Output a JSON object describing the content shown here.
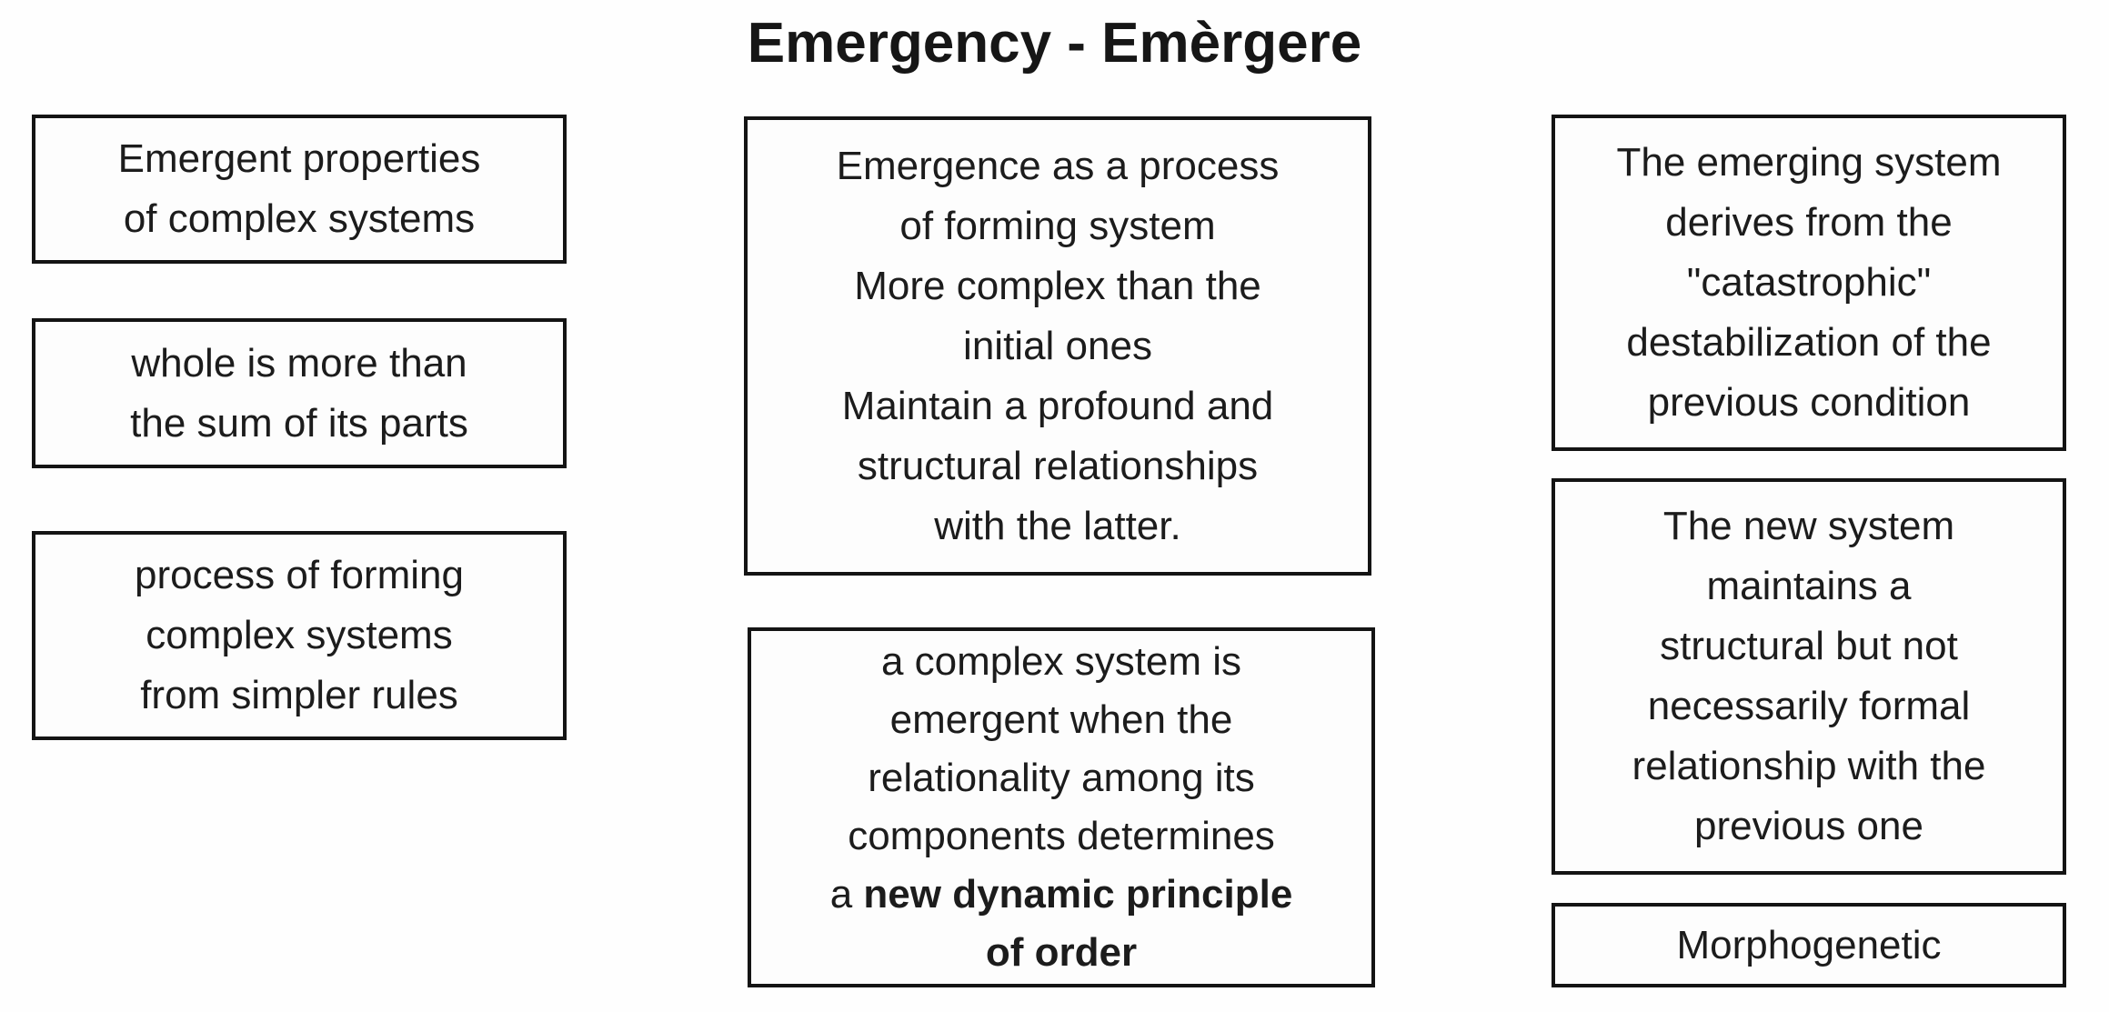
{
  "title": "Emergency - Emèrgere",
  "boxes": {
    "left_top": {
      "lines": [
        "Emergent properties",
        "of complex systems"
      ]
    },
    "left_middle": {
      "lines": [
        "whole is more than",
        "the sum of its parts"
      ]
    },
    "left_bottom": {
      "lines": [
        "process of forming",
        "complex systems",
        "from simpler rules"
      ]
    },
    "middle_top": {
      "lines": [
        "Emergence as a process",
        "of forming system",
        "More complex than the",
        "initial ones",
        "Maintain a profound and",
        "structural relationships",
        "with the latter."
      ]
    },
    "middle_bottom": {
      "lines": [
        "a complex system is",
        "emergent when the",
        "relationality among its",
        "components determines"
      ],
      "bold_line_prefix": "a ",
      "bold_line_emphasis": "new dynamic principle",
      "bold_line_end": "of order"
    },
    "right_top": {
      "lines": [
        "The emerging system",
        "derives from the",
        "\"catastrophic\"",
        "destabilization of the",
        "previous condition"
      ]
    },
    "right_middle": {
      "lines": [
        "The new system",
        "maintains a",
        "structural but not",
        "necessarily formal",
        "relationship with the",
        "previous one"
      ]
    },
    "right_bottom": {
      "lines": [
        "Morphogenetic"
      ]
    }
  },
  "colors": {
    "text": "#1c1c1c",
    "border": "#141414",
    "background": "#fefefe"
  }
}
